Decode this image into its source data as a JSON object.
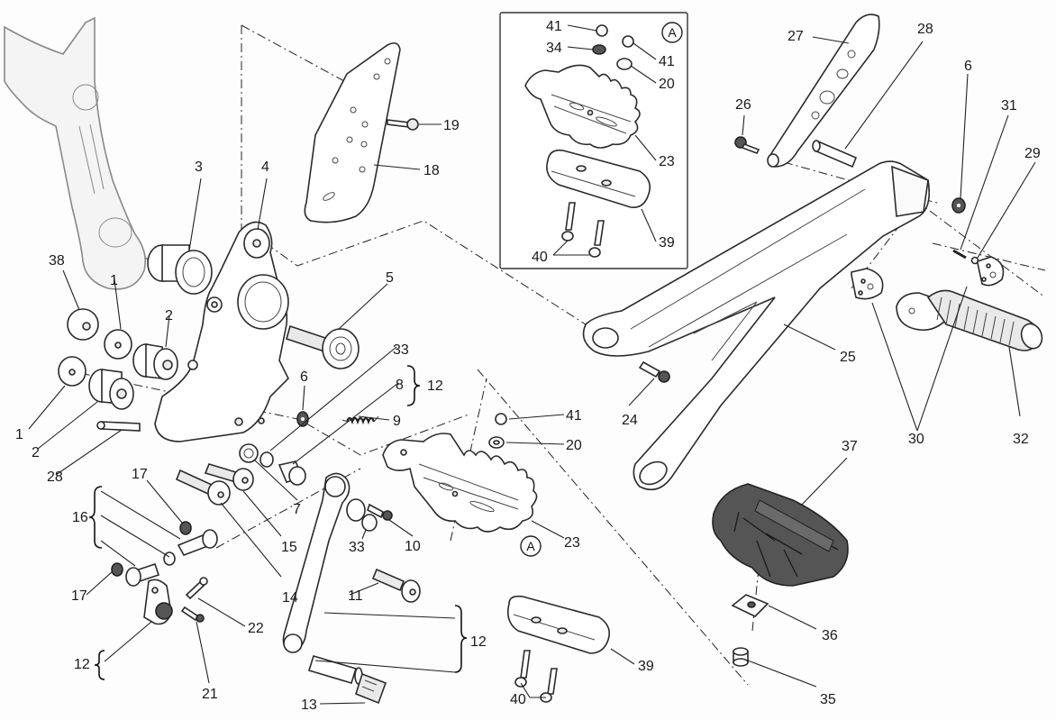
{
  "diagram": {
    "type": "exploded-parts-diagram",
    "subject": "Footrests assembly (left side)",
    "inset_callout": "A",
    "labels": {
      "p1a": "1",
      "p1b": "1",
      "p2a": "2",
      "p2b": "2",
      "p3": "3",
      "p4": "4",
      "p5": "5",
      "p6a": "6",
      "p6b": "6",
      "p7": "7",
      "p8": "8",
      "p9": "9",
      "p10": "10",
      "p11": "11",
      "p12a": "12",
      "p12b": "12",
      "p12c": "12",
      "p13": "13",
      "p14": "14",
      "p15": "15",
      "p16": "16",
      "p17a": "17",
      "p17b": "17",
      "p18": "18",
      "p19": "19",
      "p20a": "20",
      "p20b": "20",
      "p21": "21",
      "p22": "22",
      "p23a": "23",
      "p23b": "23",
      "p24": "24",
      "p25": "25",
      "p26": "26",
      "p27": "27",
      "p28a": "28",
      "p28b": "28",
      "p29": "29",
      "p30": "30",
      "p31": "31",
      "p32": "32",
      "p33a": "33",
      "p33b": "33",
      "p34": "34",
      "p35": "35",
      "p36": "36",
      "p37": "37",
      "p38": "38",
      "p39a": "39",
      "p39b": "39",
      "p40a": "40",
      "p40b": "40",
      "p41a": "41",
      "p41b": "41",
      "p41c": "41"
    },
    "callouts": {
      "inset": "A",
      "main": "A"
    }
  }
}
